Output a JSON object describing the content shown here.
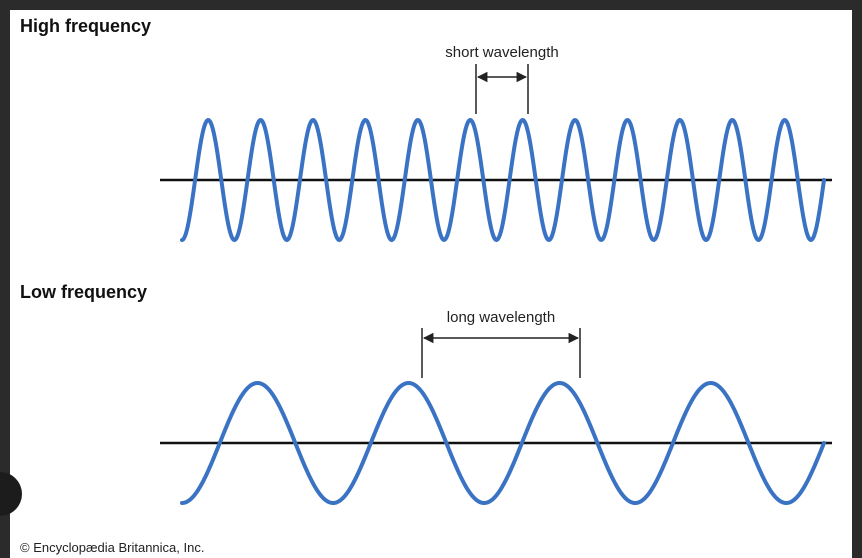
{
  "sections": {
    "high": {
      "title": "High frequency",
      "annotation": "short wavelength",
      "cycles": 12
    },
    "low": {
      "title": "Low frequency",
      "annotation": "long wavelength",
      "cycles": 4
    }
  },
  "credit": "© Encyclopædia Britannica, Inc.",
  "colors": {
    "wave": "#3a73c4",
    "axis": "#111111",
    "text": "#222222",
    "background": "#ffffff",
    "outer": "#2b2b2b"
  }
}
